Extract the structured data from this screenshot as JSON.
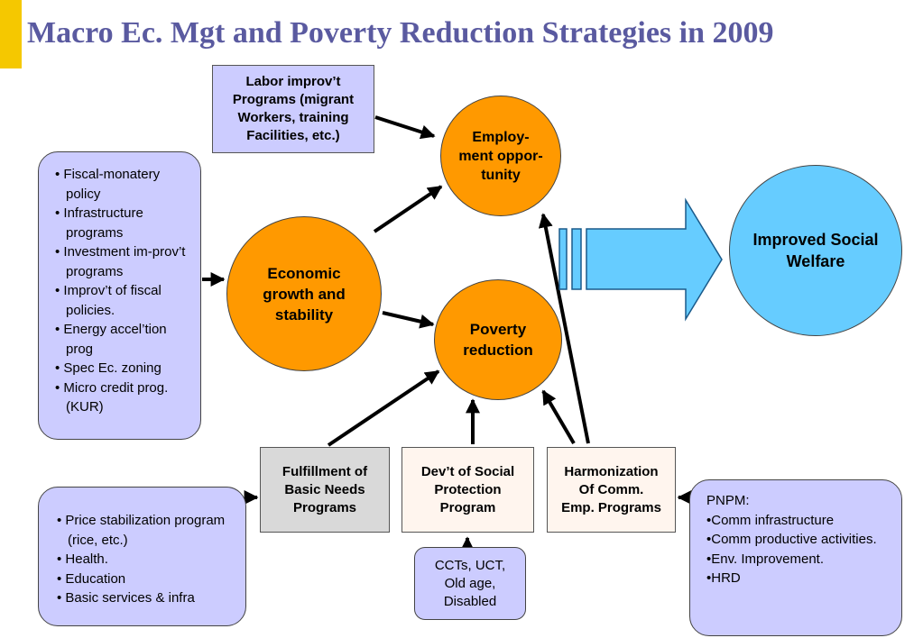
{
  "title": "Macro Ec. Mgt and Poverty Reduction Strategies in 2009",
  "colors": {
    "title": "#5a5aa0",
    "accent_bar": "#f5c800",
    "lavender_box": "#ccccff",
    "orange_circle": "#ff9900",
    "cyan_circle": "#66ccff",
    "grey_box": "#d9d9d9",
    "pink_box": "#fff5ee",
    "big_arrow": "#66ccff"
  },
  "nodes": {
    "labor": "Labor improv’t\nPrograms (migrant\nWorkers, training\nFacilities, etc.)",
    "employment": "Employ-\nment oppor-\ntunity",
    "economic": "Economic\ngrowth and\nstability",
    "poverty": "Poverty\nreduction",
    "welfare": "Improved Social\nWelfare",
    "fulfillment": "Fulfillment of\nBasic Needs\nPrograms",
    "social_protection": "Dev’t of Social\nProtection\nProgram",
    "harmonization": "Harmonization\nOf Comm.\nEmp. Programs",
    "cct": "CCTs, UCT,\nOld age,\nDisabled"
  },
  "fiscal_list": [
    "• Fiscal-monatery policy",
    "• Infrastructure programs",
    "• Investment im-prov’t programs",
    "• Improv’t of fiscal policies.",
    "• Energy accel’tion prog",
    "• Spec Ec. zoning",
    "• Micro credit prog. (KUR)"
  ],
  "price_list": [
    "• Price stabilization program (rice, etc.)",
    "• Health.",
    "• Education",
    "• Basic services & infra"
  ],
  "pnpm_list": [
    "PNPM:",
    "•Comm infrastructure",
    "•Comm productive activities.",
    "•Env. Improvement.",
    "•HRD"
  ]
}
